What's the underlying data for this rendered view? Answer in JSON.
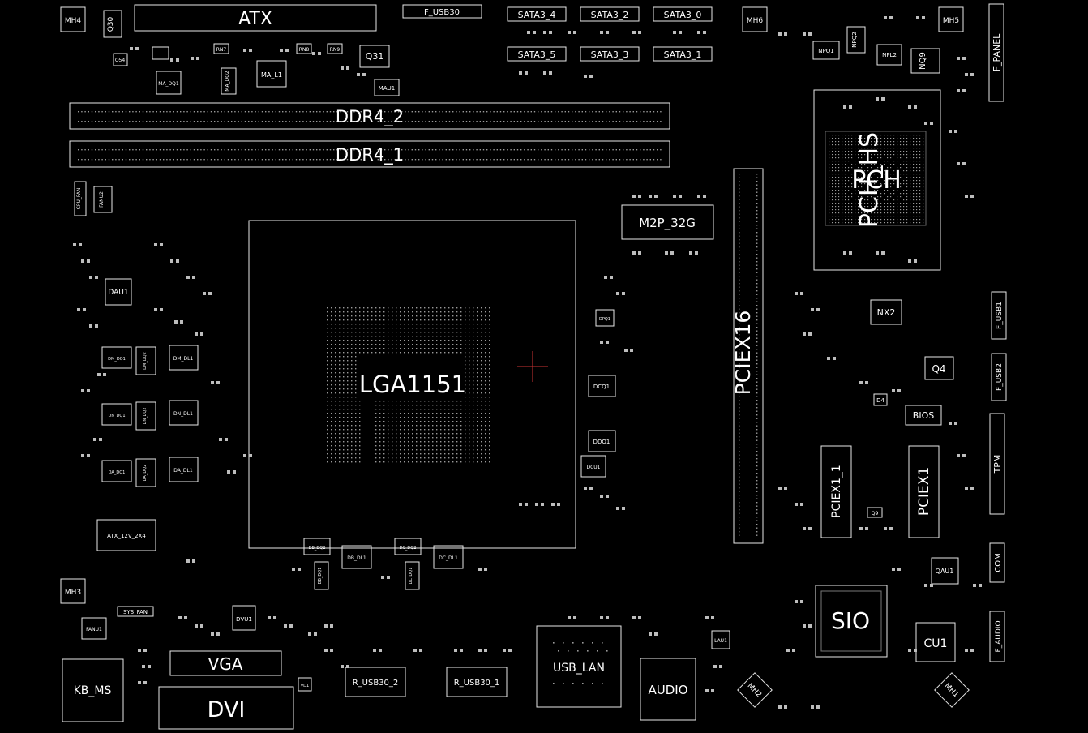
{
  "board": {
    "background": "#000000",
    "line_color": "#e8e8e8",
    "marker_color": "#cc3333",
    "components": {
      "atx": "ATX",
      "f_usb30": "F_USB30",
      "sata3_4": "SATA3_4",
      "sata3_2": "SATA3_2",
      "sata3_0": "SATA3_0",
      "sata3_5": "SATA3_5",
      "sata3_3": "SATA3_3",
      "sata3_1": "SATA3_1",
      "mh4": "MH4",
      "mh6": "MH6",
      "mh5": "MH5",
      "mh3": "MH3",
      "mh2": "MH2",
      "mh1": "MH1",
      "q30": "Q30",
      "q31": "Q31",
      "q4": "Q4",
      "q9": "Q9",
      "q54": "Q54",
      "npq1": "NPQ1",
      "npq2": "NPQ2",
      "npl2": "NPL2",
      "nq9": "NQ9",
      "f_panel": "F_PANEL",
      "ma_l1": "MA_L1",
      "mau1": "MAU1",
      "ma_dq1": "MA_DQ1",
      "ma_dq2": "MA_DQ2",
      "rn7": "RN7",
      "rn8": "RN8",
      "rn9": "RN9",
      "ddr4_2": "DDR4_2",
      "ddr4_1": "DDR4_1",
      "pch": "PCH",
      "pch_hs": "PCH_HS",
      "cpu_fan": "CPU_FAN",
      "fanu2": "FANU2",
      "m2p_32g": "M2P_32G",
      "pciex16": "PCIEX16",
      "dau1": "DAU1",
      "dm_dq1": "DM_DQ1",
      "dm_dq2": "DM_DQ2",
      "dm_dl1": "DM_DL1",
      "dn_dq1": "DN_DQ1",
      "dn_dq2": "DN_DQ2",
      "dn_dl1": "DN_DL1",
      "da_dq1": "DA_DQ1",
      "da_dq2": "DA_DQ2",
      "da_dl1": "DA_DL1",
      "lga1151": "LGA1151",
      "dpq1": "DPQ1",
      "dcq1": "DCQ1",
      "ddq1": "DDQ1",
      "dcu1": "DCU1",
      "nx2": "NX2",
      "f_usb1": "F_USB1",
      "f_usb2": "F_USB2",
      "d4": "D4",
      "bios": "BIOS",
      "tpm": "TPM",
      "pciex1_1": "PCIEX1_1",
      "pciex1": "PCIEX1",
      "atx_12v_2x4": "ATX_12V_2X4",
      "db_dq2": "DB_DQ2",
      "db_dq1": "DB_DQ1",
      "db_dl1": "DB_DL1",
      "dc_dq2": "DC_DQ2",
      "dc_dq1": "DC_DQ1",
      "dc_dl1": "DC_DL1",
      "qau1": "QAU1",
      "com": "COM",
      "sys_fan": "SYS_FAN",
      "fanu1": "FANU1",
      "dvu1": "DVU1",
      "vga": "VGA",
      "vd1": "VD1",
      "kb_ms": "KB_MS",
      "dvi": "DVI",
      "r_usb30_2": "R_USB30_2",
      "r_usb30_1": "R_USB30_1",
      "usb_lan": "USB_LAN",
      "audio": "AUDIO",
      "lau1": "LAU1",
      "sio": "SIO",
      "cu1": "CU1",
      "f_audio": "F_AUDIO"
    }
  }
}
